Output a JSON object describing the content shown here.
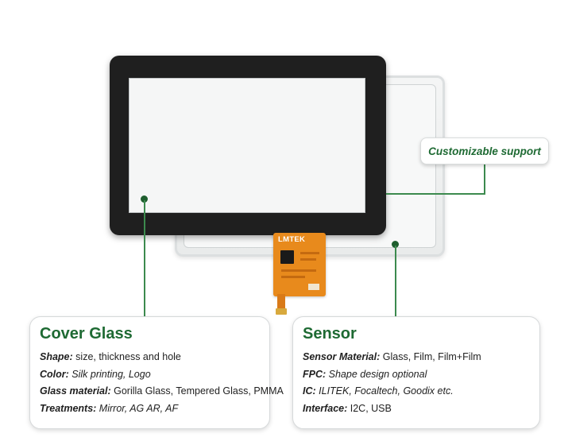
{
  "fpc": {
    "brand": "LMTEK"
  },
  "support": {
    "label": "Customizable support"
  },
  "cover_glass": {
    "title": "Cover Glass",
    "rows": [
      {
        "key": "Shape:",
        "value": " size, thickness and hole",
        "italic": false
      },
      {
        "key": "Color:",
        "value": " Silk printing, Logo",
        "italic": true
      },
      {
        "key": "Glass material:",
        "value": " Gorilla Glass, Tempered Glass, PMMA",
        "italic": false
      },
      {
        "key": "Treatments:",
        "value": " Mirror, AG AR, AF",
        "italic": true
      }
    ]
  },
  "sensor": {
    "title": "Sensor",
    "rows": [
      {
        "key": "Sensor Material:",
        "value": " Glass, Film, Film+Film",
        "italic": false
      },
      {
        "key": "FPC:",
        "value": " Shape design optional",
        "italic": true
      },
      {
        "key": "IC:",
        "value": " ILITEK, Focaltech, Goodix etc.",
        "italic": true
      },
      {
        "key": "Interface:",
        "value": " I2C, USB",
        "italic": false
      }
    ]
  },
  "colors": {
    "accent_green": "#1e6a33",
    "line_green": "#3c8a4e",
    "fpc_orange": "#e88a1c",
    "bezel_black": "#1f1f1f"
  }
}
